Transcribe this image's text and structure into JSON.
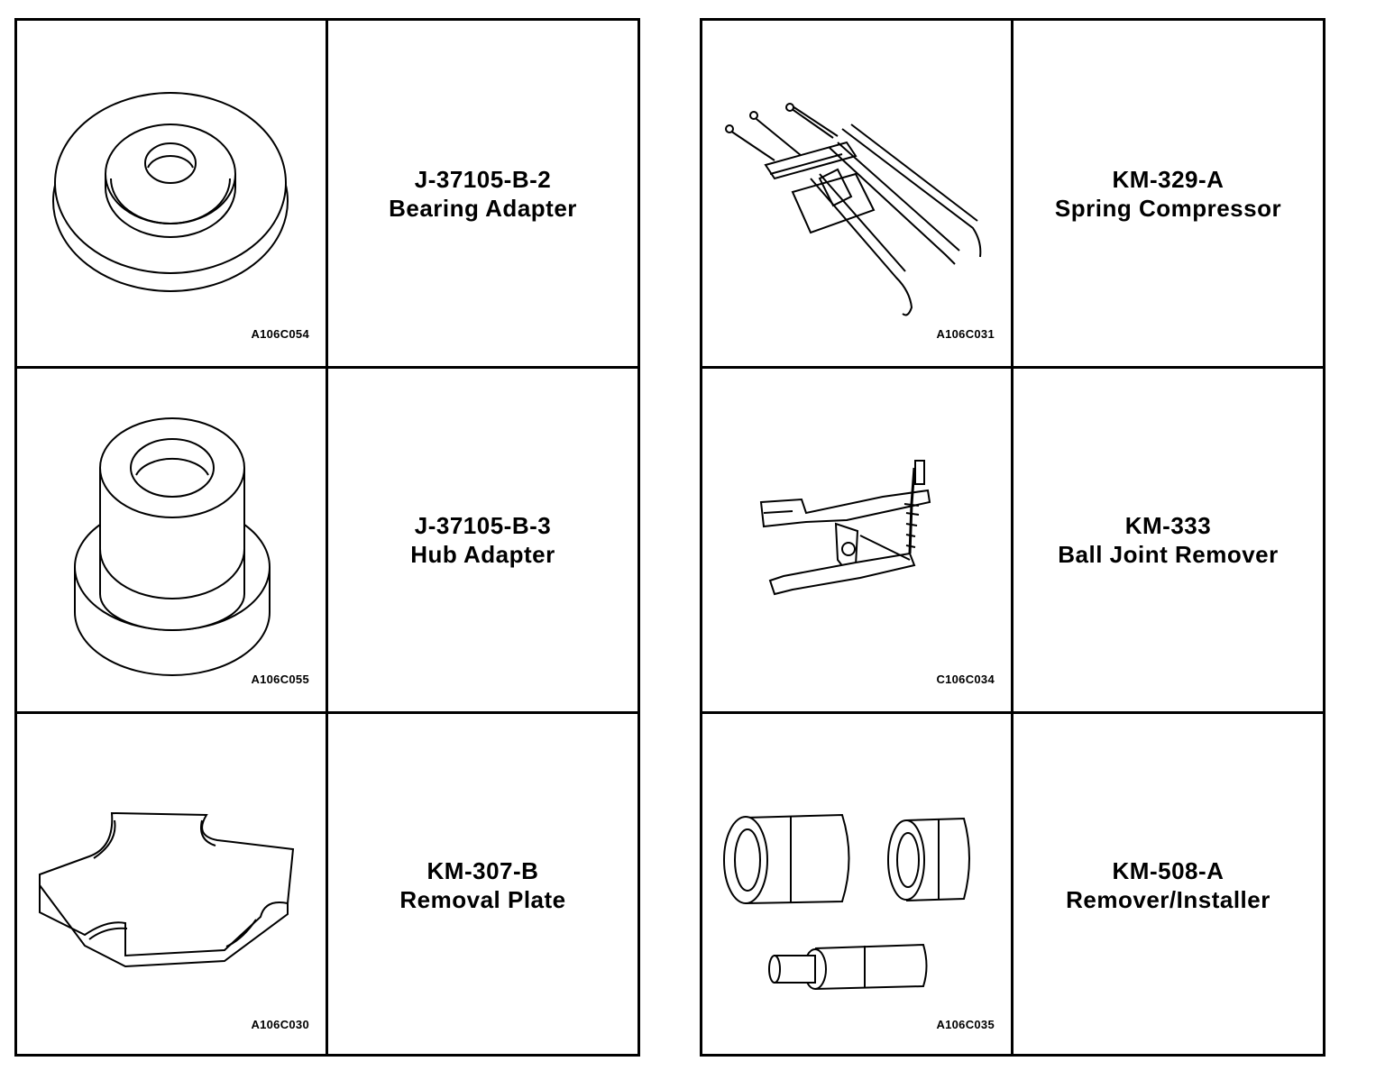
{
  "left_table": [
    {
      "part_number": "J-37105-B-2",
      "name": "Bearing Adapter",
      "figure_code": "A106C054",
      "icon": "bearing-adapter-icon"
    },
    {
      "part_number": "J-37105-B-3",
      "name": "Hub Adapter",
      "figure_code": "A106C055",
      "icon": "hub-adapter-icon"
    },
    {
      "part_number": "KM-307-B",
      "name": "Removal Plate",
      "figure_code": "A106C030",
      "icon": "removal-plate-icon"
    }
  ],
  "right_table": [
    {
      "part_number": "KM-329-A",
      "name": "Spring Compressor",
      "figure_code": "A106C031",
      "icon": "spring-compressor-icon"
    },
    {
      "part_number": "KM-333",
      "name": "Ball Joint Remover",
      "figure_code": "C106C034",
      "icon": "ball-joint-remover-icon"
    },
    {
      "part_number": "KM-508-A",
      "name": "Remover/Installer",
      "figure_code": "A106C035",
      "icon": "remover-installer-icon"
    }
  ]
}
